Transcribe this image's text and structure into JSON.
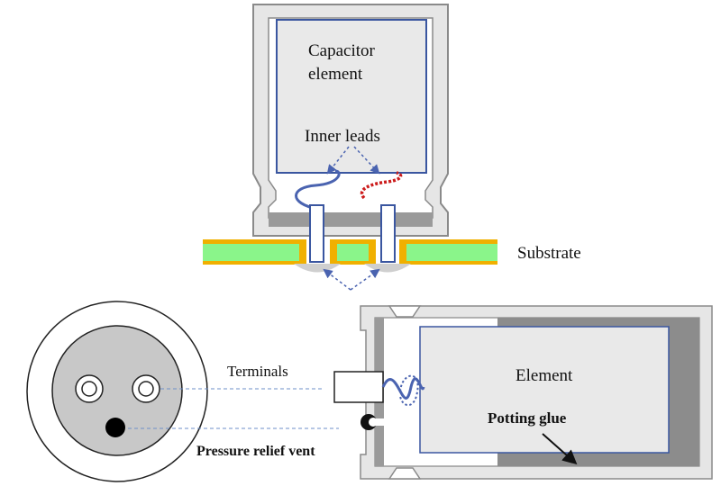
{
  "labels": {
    "capacitor_line1": "Capacitor",
    "capacitor_line2": "element",
    "inner_leads": "Inner leads",
    "substrate": "Substrate",
    "terminals": "Terminals",
    "element": "Element",
    "potting_glue": "Potting glue",
    "pressure_relief_vent": "Pressure relief vent"
  },
  "colors": {
    "case_fill": "#e6e6e6",
    "case_stroke": "#8a8a8a",
    "element_border": "#3a56a0",
    "lead_blue": "#4a63b0",
    "lead_red_dotted": "#cc1c1c",
    "substrate_green": "#8af58a",
    "pad_orange": "#f0b000",
    "solder_gray": "#cfcfcf",
    "potting_gray": "#8c8c8c",
    "dashed_pointer": "#6e8fc8"
  },
  "icons": {
    "terminal_hole": "ring-icon",
    "vent": "filled-circle-icon",
    "arrow": "arrowhead-icon"
  }
}
